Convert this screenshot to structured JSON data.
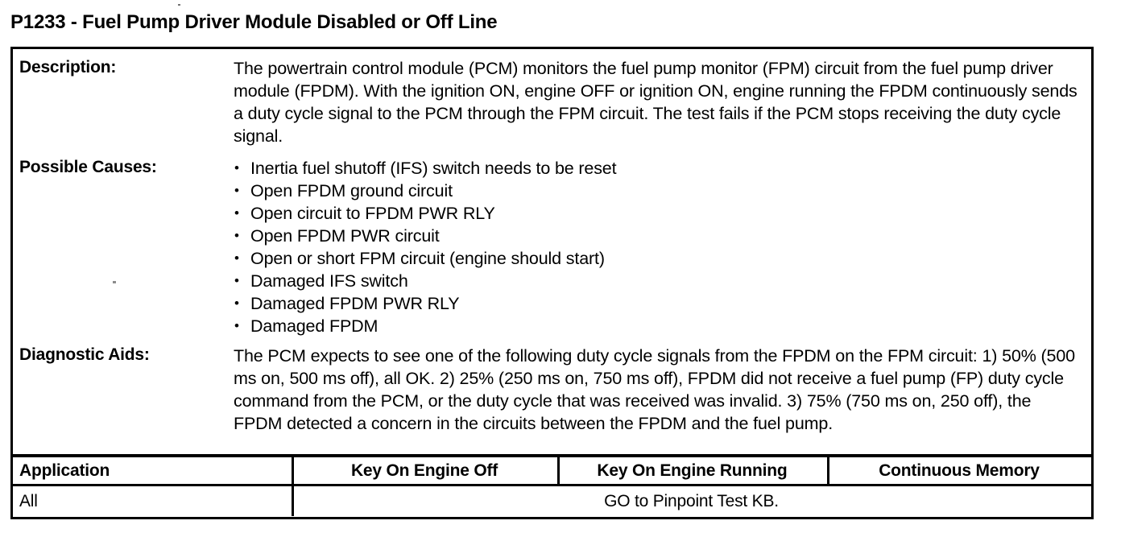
{
  "document": {
    "title": "P1233 - Fuel Pump Driver Module Disabled or Off Line",
    "code": "P1233",
    "fault_name": "Fuel Pump Driver Module Disabled or Off Line"
  },
  "sections": {
    "description": {
      "label": "Description:",
      "text": "The powertrain control module (PCM) monitors the fuel pump monitor (FPM) circuit from the fuel pump driver module (FPDM). With the ignition ON, engine OFF or ignition ON, engine running the FPDM continuously sends a duty cycle signal to the PCM through the FPM circuit. The test fails if the PCM stops receiving the duty cycle signal."
    },
    "possible_causes": {
      "label": "Possible Causes:",
      "bullet_glyph": "•",
      "items": [
        "Inertia fuel shutoff (IFS) switch needs to be reset",
        "Open FPDM ground circuit",
        "Open circuit to FPDM PWR RLY",
        "Open FPDM PWR circuit",
        "Open or short FPM circuit (engine should start)",
        "Damaged IFS switch",
        "Damaged FPDM PWR RLY",
        "Damaged FPDM"
      ]
    },
    "diagnostic_aids": {
      "label": "Diagnostic Aids:",
      "text": "The PCM expects to see one of the following duty cycle signals from the FPDM on the FPM circuit: 1) 50% (500 ms on, 500 ms off), all OK. 2) 25% (250 ms on, 750 ms off), FPDM did not receive a fuel pump (FP) duty cycle command from the PCM, or the duty cycle that was received was invalid. 3) 75% (750 ms on, 250 off), the FPDM detected a concern in the circuits between the FPDM and the fuel pump."
    }
  },
  "result_table": {
    "headers": [
      "Application",
      "Key On Engine Off",
      "Key On Engine Running",
      "Continuous Memory"
    ],
    "rows": [
      {
        "application": "All",
        "action": "GO to Pinpoint Test KB."
      }
    ]
  },
  "colors": {
    "text": "#000000",
    "background": "#ffffff",
    "border": "#000000"
  }
}
